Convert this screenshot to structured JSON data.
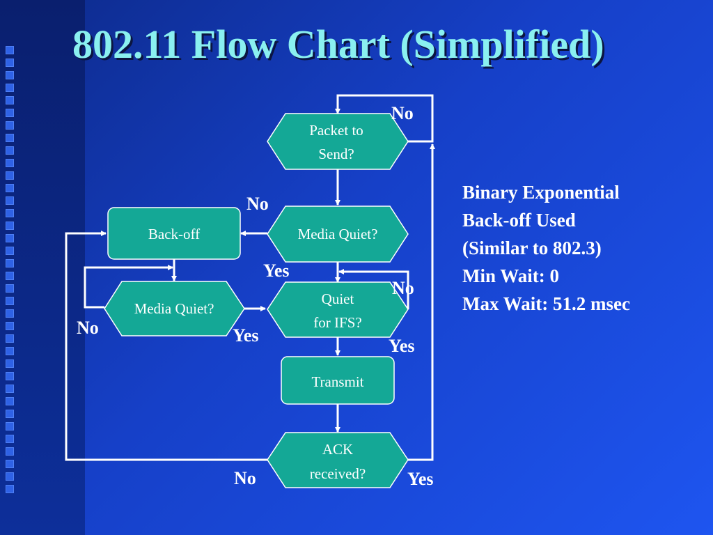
{
  "title": "802.11 Flow Chart (Simplified)",
  "colors": {
    "node_fill": "#14a896",
    "title": "#8af0f0",
    "line": "#ffffff"
  },
  "nodes": {
    "packet_to_send": [
      "Packet to",
      "Send?"
    ],
    "media_quiet_main": [
      "Media Quiet?"
    ],
    "backoff": [
      "Back-off"
    ],
    "media_quiet_backoff": [
      "Media Quiet?"
    ],
    "quiet_for_ifs": [
      "Quiet",
      "for IFS?"
    ],
    "transmit": [
      "Transmit"
    ],
    "ack_received": [
      "ACK",
      "received?"
    ]
  },
  "edge_labels": {
    "packet_no": "No",
    "media_quiet_no": "No",
    "media_quiet_yes": "Yes",
    "ifs_no": "No",
    "backoff_quiet_no": "No",
    "backoff_quiet_yes": "Yes",
    "ifs_yes": "Yes",
    "ack_no": "No",
    "ack_yes": "Yes"
  },
  "notes": [
    "Binary Exponential",
    "Back-off Used",
    "(Similar to 802.3)",
    "Min Wait: 0",
    "Max Wait: 51.2 msec"
  ]
}
